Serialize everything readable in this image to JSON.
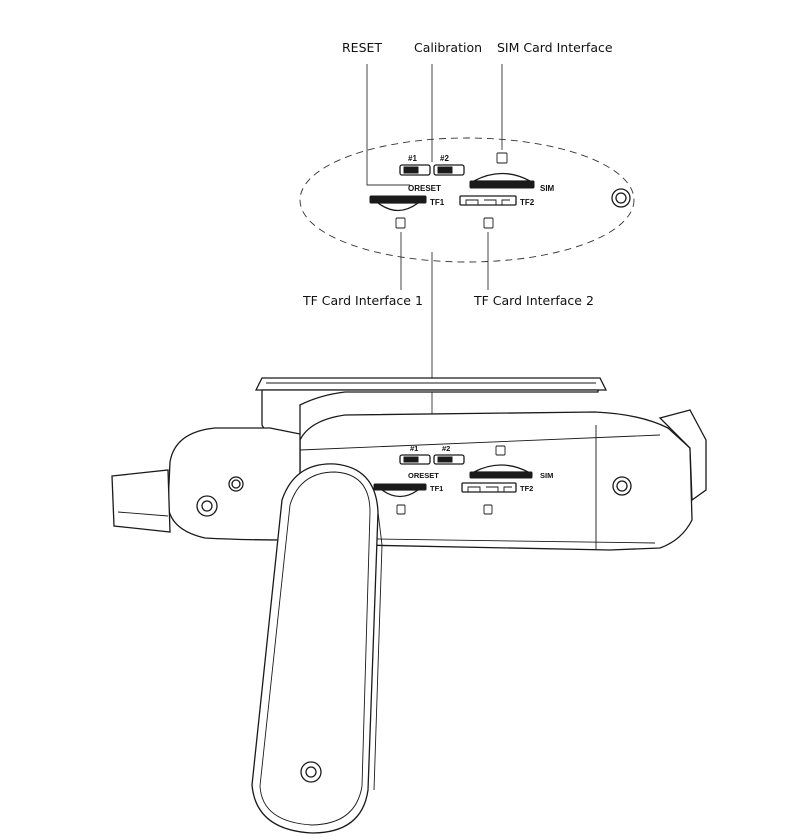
{
  "callouts": {
    "reset": "RESET",
    "calibration": "Calibration",
    "sim": "SIM Card Interface",
    "tf1": "TF Card Interface 1",
    "tf2": "TF Card Interface 2"
  },
  "markings": {
    "sw1": "#1",
    "sw2": "#2",
    "oreset": "ORESET",
    "sim": "SIM",
    "tf1": "TF1",
    "tf2": "TF2"
  },
  "colors": {
    "line": "#1a1a1a",
    "text": "#111111",
    "background": "#ffffff"
  }
}
